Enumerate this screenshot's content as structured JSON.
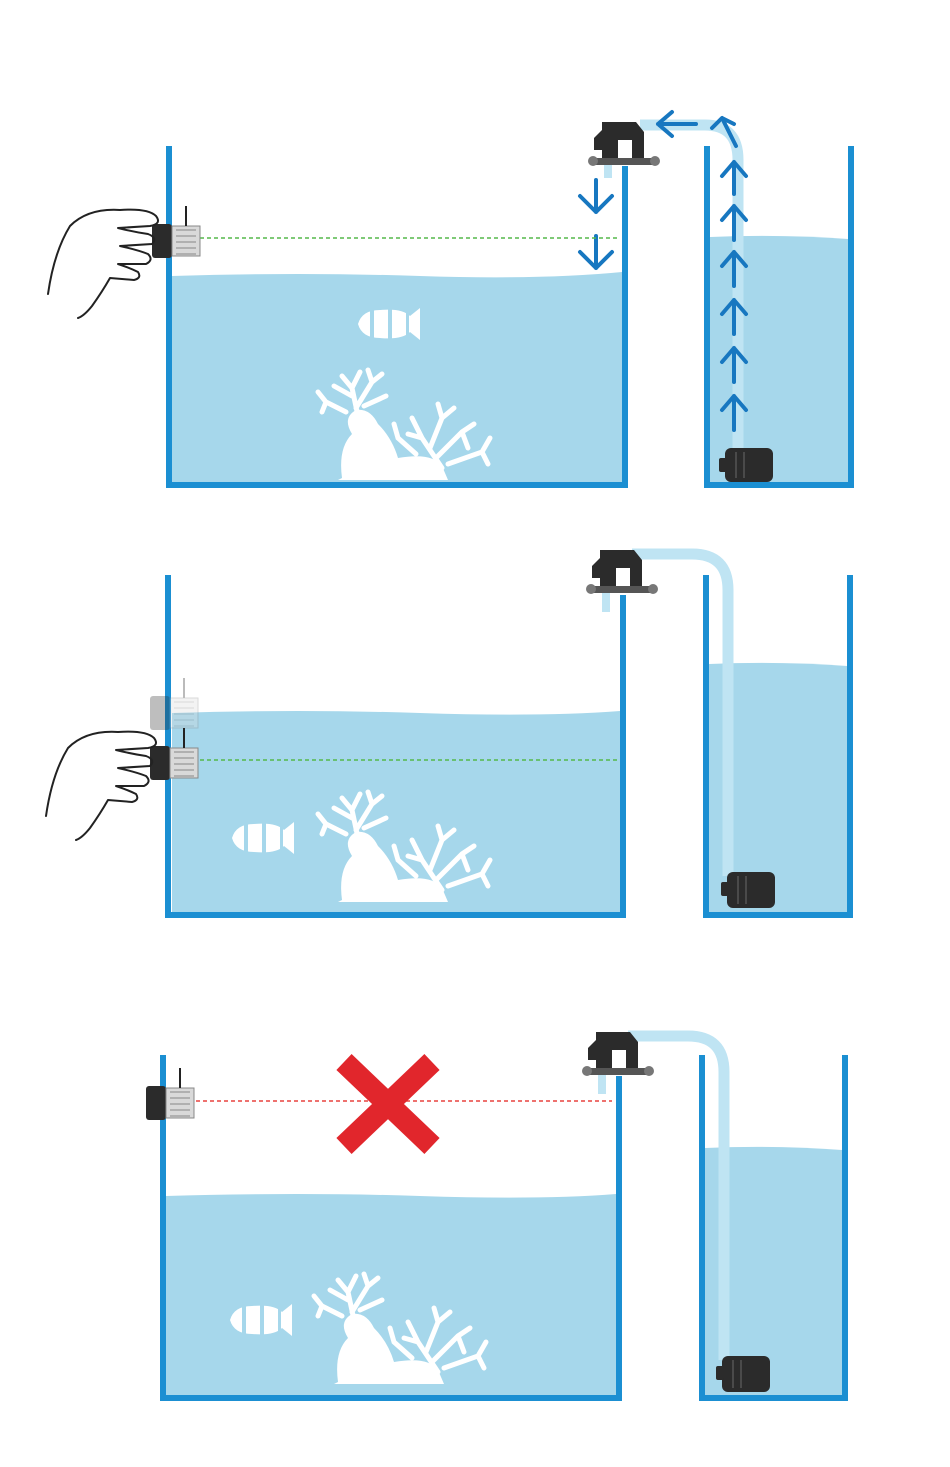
{
  "colors": {
    "tank_wall": "#1b8fd2",
    "water": "#a6d7eb",
    "pipe": "#bfe4f3",
    "arrow": "#1777c0",
    "device_dark": "#2b2b2b",
    "level_ok": "#55b94a",
    "level_bad": "#e8423f",
    "cross": "#e1262c",
    "decor": "#ffffff",
    "hand_stroke": "#222222"
  },
  "icons": {
    "hand": "hand-holding-icon",
    "sensor": "level-sensor-icon",
    "pump": "return-pump-icon",
    "clamp": "hose-clamp-icon",
    "cross": "cross-mark-icon",
    "fish": "clownfish-icon",
    "coral": "coral-icon"
  },
  "panels": [
    {
      "id": "panel-1",
      "description_level": "sensor-above-water",
      "level_line": "ok",
      "flow_arrows": true,
      "hand": true,
      "cross": false
    },
    {
      "id": "panel-2",
      "description_level": "sensor-lowered-into-water",
      "level_line": "ok",
      "flow_arrows": false,
      "hand": true,
      "cross": false
    },
    {
      "id": "panel-3",
      "description_level": "sensor-too-high",
      "level_line": "bad",
      "flow_arrows": false,
      "hand": false,
      "cross": true
    }
  ]
}
